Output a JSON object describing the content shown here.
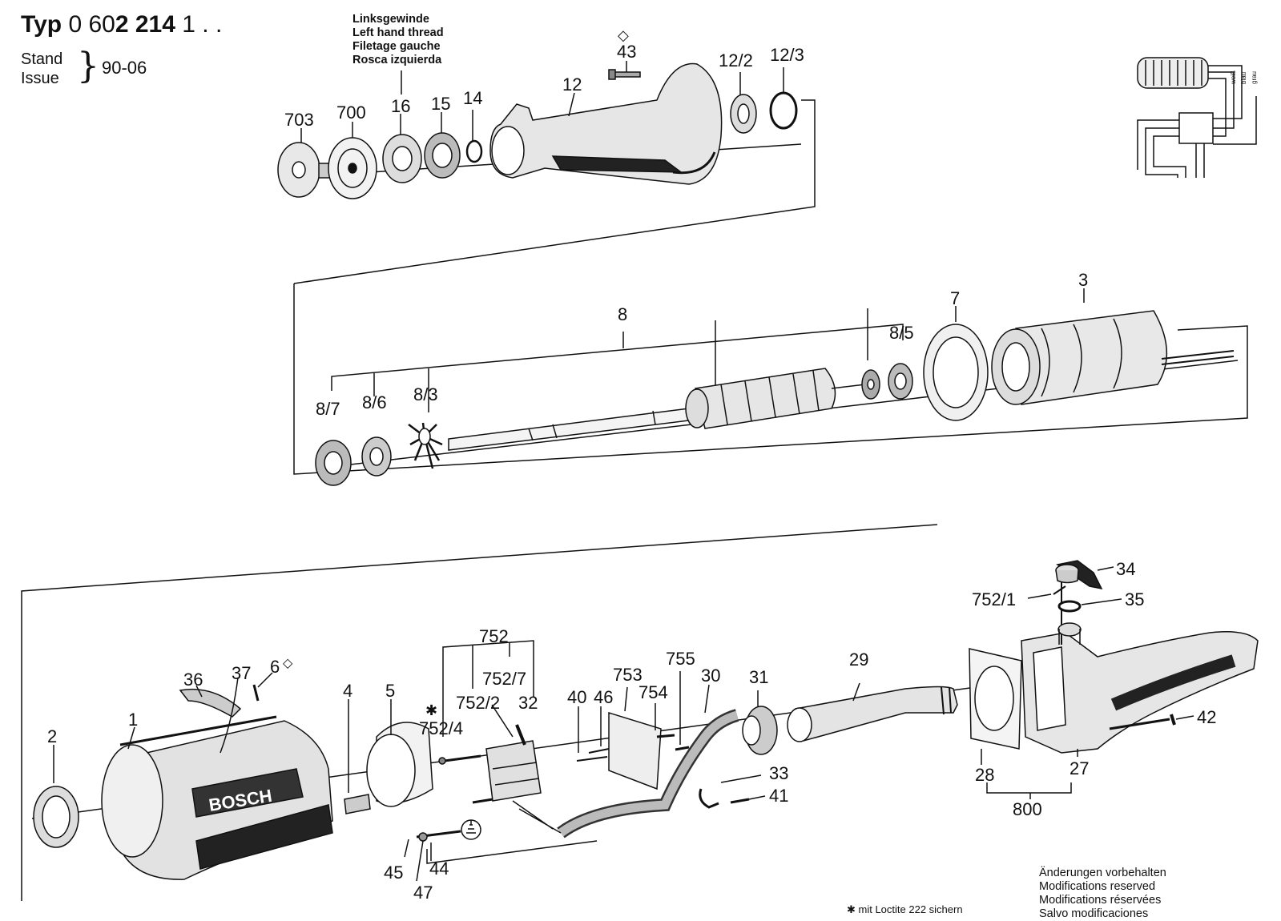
{
  "header": {
    "type_prefix": "Typ",
    "type_code_light1": "0 60",
    "type_code_bold": "2 214",
    "type_code_light2": "1 . .",
    "stand_label": "Stand",
    "issue_label": "Issue",
    "issue_date": "90-06"
  },
  "thread_note": {
    "de": "Linksgewinde",
    "en": "Left hand thread",
    "fr": "Filetage gauche",
    "es": "Rosca izquierda"
  },
  "footer": {
    "de": "Änderungen vorbehalten",
    "en": "Modifications reserved",
    "fr": "Modifications réservées",
    "es": "Salvo modificaciones",
    "footnote": "✱ mit Loctite 222 sichern"
  },
  "brand_marking": "BOSCH",
  "wiring_colors": [
    "weiß",
    "blau",
    "grau"
  ],
  "part_labels": {
    "p703": "703",
    "p700": "700",
    "p16": "16",
    "p15": "15",
    "p14": "14",
    "p12": "12",
    "p43": "43",
    "p12_2": "12/2",
    "p12_3": "12/3",
    "p8": "8",
    "p8_7": "8/7",
    "p8_6": "8/6",
    "p8_3": "8/3",
    "p8_5": "8/5",
    "p7": "7",
    "p3": "3",
    "p2": "2",
    "p1": "1",
    "p36": "36",
    "p37": "37",
    "p6": "6",
    "p4": "4",
    "p5": "5",
    "p752": "752",
    "p752_7": "752/7",
    "p752_2": "752/2",
    "p752_4": "752/4",
    "p32": "32",
    "p40": "40",
    "p46": "46",
    "p753": "753",
    "p754": "754",
    "p755": "755",
    "p30": "30",
    "p31": "31",
    "p29": "29",
    "p33": "33",
    "p41": "41",
    "p45": "45",
    "p44": "44",
    "p47": "47",
    "p28": "28",
    "p27": "27",
    "p800": "800",
    "p42": "42",
    "p34": "34",
    "p35": "35",
    "p752_1": "752/1"
  },
  "marks": {
    "diamond": "◇",
    "star": "✱",
    "ground": "⏚"
  }
}
